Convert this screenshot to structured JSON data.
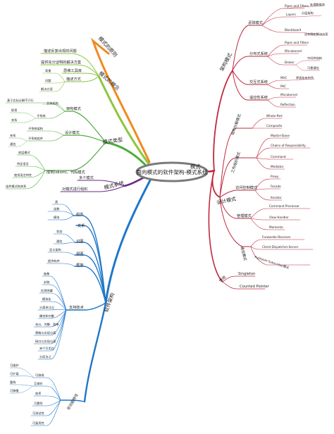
{
  "center": {
    "label": "面向模式的软件架构-模式系统"
  },
  "colors": {
    "red": "#c0283e",
    "green": "#4cae3c",
    "blue": "#1f77c9",
    "purple": "#6b2a86",
    "orange": "#f08a1f",
    "yellowgreen": "#8cc63f",
    "center_stroke": "#7a7a7a"
  },
  "right": {
    "root": {
      "label": "模式"
    },
    "arch": {
      "label": "架构模式",
      "mud": {
        "label": "泥球模式",
        "items": [
          "Pipes and Filters",
          "Layers",
          "Blackboard"
        ],
        "notes": [
          "处理数据流",
          "分层架构",
          "没有确定解决方案"
        ]
      },
      "dist": {
        "label": "分布式系统",
        "items": [
          "Pipes and Filters",
          "Microkernel",
          "Broker"
        ],
        "notes": [
          "中间件结构",
          "可靠通信"
        ]
      },
      "inter": {
        "label": "交互式系统",
        "items": [
          "MVC",
          "PAC"
        ],
        "notes": [
          "界面各有特色"
        ]
      },
      "adapt": {
        "label": "适应性系统",
        "items": [
          "Microkernel",
          "Reflection"
        ]
      }
    },
    "design": {
      "label": "设计模式",
      "struct": {
        "label": "结构分解模式",
        "items": [
          "Whole-Part",
          "Composite"
        ]
      },
      "work": {
        "label": "工作组织模式",
        "items": [
          "Master-Slave",
          "Chains of Responsibility",
          "Command",
          "Mediator"
        ]
      },
      "access": {
        "label": "访问控制模式",
        "items": [
          "Proxy",
          "Facade",
          "Iterator"
        ]
      },
      "manage": {
        "label": "管理模式",
        "items": [
          "Command Processor",
          "View Handler",
          "Memento"
        ]
      },
      "comm": {
        "label": "通信模式",
        "items": [
          "Forwarder-Receiver",
          "Client-Dispatcher-Server",
          "Publisher-Subscriber模式"
        ]
      }
    },
    "idiom": {
      "label": "惯用",
      "items": [
        "Singleton",
        "Counted Pointer"
      ]
    }
  },
  "left": {
    "principle": {
      "label": "模式的原则"
    },
    "concept": {
      "label": "模式的概念",
      "items": [
        "描述反复出现的问题",
        "提供充分证明的解决方案",
        "思维工具库",
        "描述方式"
      ],
      "notes": [
        "背景",
        "问题",
        "解决方案"
      ]
    },
    "types": {
      "label": "模式类型",
      "arch": {
        "label": "架构模式",
        "note": "总体架构",
        "top": "基于实际分解不只行",
        "items": [
          "子系统"
        ],
        "subs": [
          "职责",
          "关系"
        ]
      },
      "design": {
        "label": "设计模式",
        "items": [
          "子系统架构",
          "子系统组件"
        ],
        "subs": [
          "关系",
          "通信"
        ]
      },
      "idiom": {
        "label": "成例(idiom)、代码模式",
        "items": [
          "底层模式",
          "特定语言",
          "使用语言特性",
          "组件模式和关系"
        ]
      }
    },
    "system": {
      "label": "模式系统",
      "items": [
        "多个模式",
        "对模式进行组织"
      ]
    },
    "software": {
      "label": "软件架构",
      "groups": [
        {
          "label": "组件",
          "items": [
            "类",
            "函数",
            "模块"
          ]
        },
        {
          "label": "关系",
          "items": []
        },
        {
          "label": "识图",
          "items": [
            "状态",
            "通信"
          ]
        },
        {
          "label": "视图",
          "items": [
            "定义架构"
          ]
        },
        {
          "label": "框架",
          "items": [
            "提供构件"
          ]
        }
      ],
      "tech": {
        "label": "支持技术",
        "items": [
          "抽象",
          "封装",
          "信息隐藏",
          "模块化",
          "分离关注点",
          "耦合和内聚",
          "充分、完整、简单",
          "策略与实现分离",
          "接口与实现分离",
          "单个引用点",
          "分而治之"
        ]
      },
      "nonfunc": {
        "label": "非功能特性",
        "items": [
          "可修改",
          "互操作",
          "效率",
          "可靠性",
          "可测试性",
          "可复用性"
        ],
        "notes": [
          "可维护",
          "可扩展",
          "重构",
          "可移植"
        ]
      }
    }
  }
}
